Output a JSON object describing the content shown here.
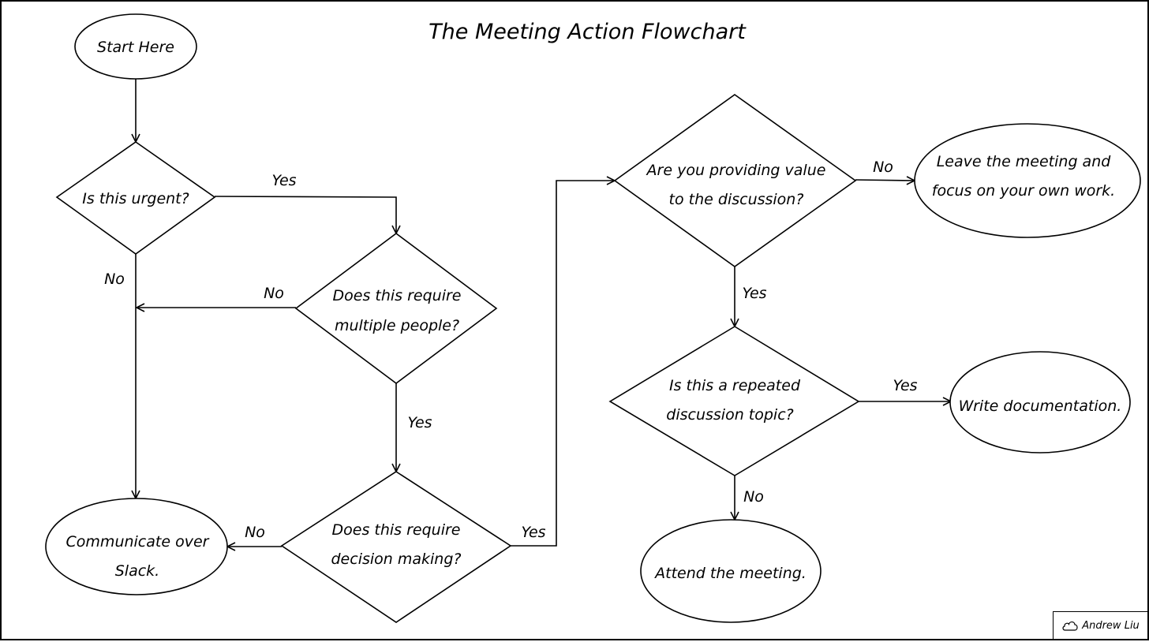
{
  "title": "The Meeting Action Flowchart",
  "credit": {
    "author": "Andrew Liu",
    "icon": "cloud-icon"
  },
  "nodes": {
    "start": [
      "Start Here"
    ],
    "urgent": [
      "Is this urgent?"
    ],
    "multiple": [
      "Does this require",
      "multiple people?"
    ],
    "decision": [
      "Does this require",
      "decision making?"
    ],
    "slack": [
      "Communicate over",
      "Slack."
    ],
    "value": [
      "Are you providing value",
      "to the discussion?"
    ],
    "leave": [
      "Leave the meeting and",
      "focus on your own work."
    ],
    "repeated": [
      "Is this a repeated",
      "discussion topic?"
    ],
    "document": [
      "Write documentation."
    ],
    "attend": [
      "Attend the meeting."
    ]
  },
  "edges": {
    "urgent_yes": "Yes",
    "urgent_no": "No",
    "multiple_no": "No",
    "multiple_yes": "Yes",
    "decision_no": "No",
    "decision_yes": "Yes",
    "value_no": "No",
    "value_yes": "Yes",
    "repeated_yes": "Yes",
    "repeated_no": "No"
  }
}
